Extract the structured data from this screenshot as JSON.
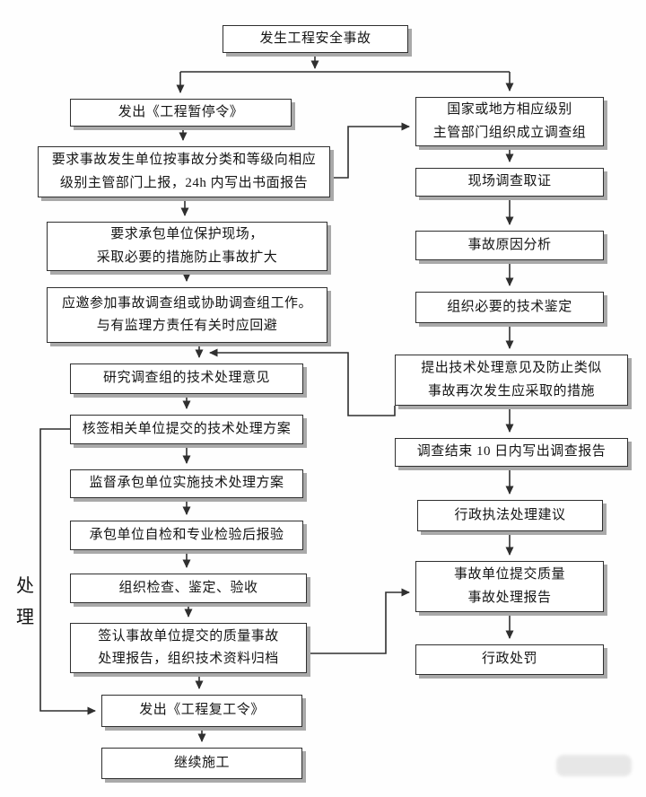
{
  "flowchart": {
    "side_label": "处理",
    "colors": {
      "box_background": "#ffffff",
      "box_border": "#2f2f2f",
      "box_shadow": "#a9a9a9",
      "connector": "#2f2f2f",
      "text": "#141414",
      "page_background": "#fefefe"
    },
    "nodes": {
      "start": {
        "label": "发生工程安全事故"
      },
      "left": [
        {
          "label": "发出《工程暂停令》"
        },
        {
          "label": "要求事故发生单位按事故分类和等级向相应\n级别主管部门上报，24h 内写出书面报告"
        },
        {
          "label": "要求承包单位保护现场，\n采取必要的措施防止事故扩大"
        },
        {
          "label": "应邀参加事故调查组或协助调查组工作。\n与有监理方责任有关时应回避"
        },
        {
          "label": "研究调查组的技术处理意见"
        },
        {
          "label": "核签相关单位提交的技术处理方案"
        },
        {
          "label": "监督承包单位实施技术处理方案"
        },
        {
          "label": "承包单位自检和专业检验后报验"
        },
        {
          "label": "组织检查、鉴定、验收"
        },
        {
          "label": "签认事故单位提交的质量事故\n处理报告，组织技术资料归档"
        },
        {
          "label": "发出《工程复工令》"
        },
        {
          "label": "继续施工"
        }
      ],
      "right": [
        {
          "label": "国家或地方相应级别\n主管部门组织成立调查组"
        },
        {
          "label": "现场调查取证"
        },
        {
          "label": "事故原因分析"
        },
        {
          "label": "组织必要的技术鉴定"
        },
        {
          "label": "提出技术处理意见及防止类似\n事故再次发生应采取的措施"
        },
        {
          "label": "调查结束 10 日内写出调查报告"
        },
        {
          "label": "行政执法处理建议"
        },
        {
          "label": "事故单位提交质量\n事故处理报告"
        },
        {
          "label": "行政处罚"
        }
      ]
    }
  }
}
